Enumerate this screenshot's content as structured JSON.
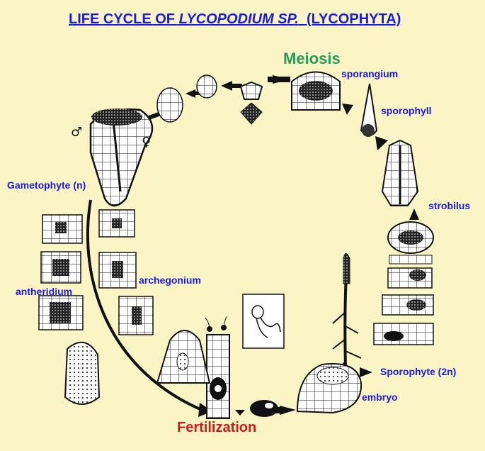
{
  "title": {
    "prefix": "LIFE CYCLE OF ",
    "species": "LYCOPODIUM SP.",
    "suffix": "  (LYCOPHYTA)"
  },
  "stages": {
    "meiosis": "Meiosis",
    "fertilization": "Fertilization"
  },
  "labels": {
    "sporangium": "sporangium",
    "sporophyll": "sporophyll",
    "strobilus": "strobilus",
    "gametophyte": "Gametophyte (n)",
    "archegonium": "archegonium",
    "antheridium": "antheridium",
    "sporophyte": "Sporophyte (2n)",
    "embryo": "embryo"
  },
  "symbols": {
    "male": "♂",
    "female": "♀"
  },
  "colors": {
    "background": "#fbf5c5",
    "label": "#1a1ae6",
    "meiosis": "#2a9a5a",
    "fertilization": "#d01a1a",
    "drawing": "#111111"
  }
}
